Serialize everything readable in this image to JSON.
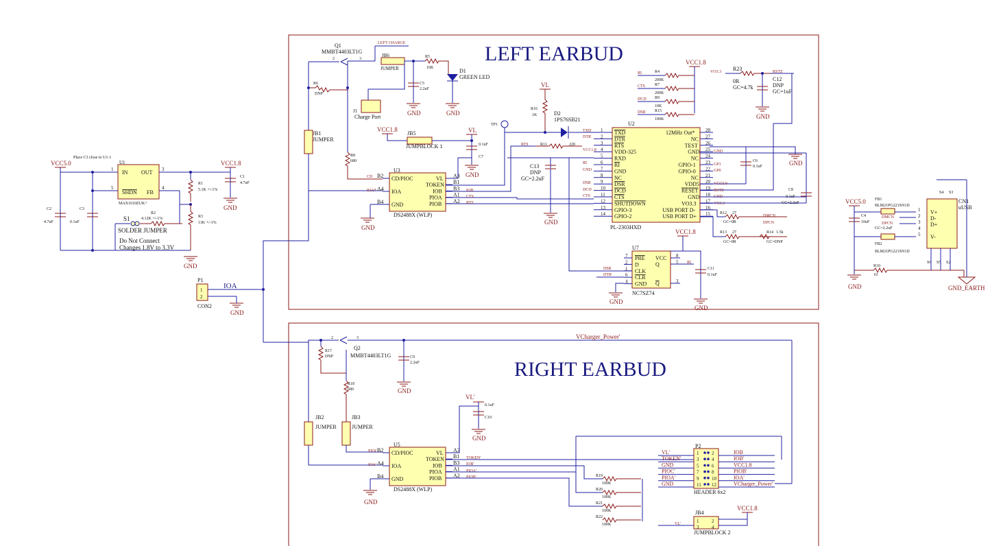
{
  "titles": {
    "left": "LEFT EARBUD",
    "right": "RIGHT EARBUD"
  },
  "notes": {
    "place_c3": "Place C3 close to U1-1",
    "dnc1": "Do Not Connect",
    "dnc2": "Changes 1.8V to 3.3V",
    "left_charge": "LEFT CHARGE",
    "vcharger": "VCharger_Power'"
  },
  "power": {
    "vcc50": "VCC5.0",
    "vcc18": "VCC1.8",
    "vl": "VL",
    "vlp": "VL'",
    "gnd": "GND",
    "gnd_earth": "GND_EARTH",
    "vo33": "VO3.3",
    "rstz": "RSTZ"
  },
  "regulator": {
    "ref": "U1",
    "part": "MAX1616EUK+",
    "pin_in": "IN",
    "pin_out": "OUT",
    "pin_shdn": "SHDN",
    "pin_fb": "FB",
    "p1": "1",
    "p3": "3",
    "p5": "5",
    "p4": "4"
  },
  "parts": {
    "c1": "C1",
    "c1v": "4.7uF",
    "c2": "C2",
    "c2v": "4.7uF",
    "c3": "C3",
    "c3v": "0.1uF",
    "r1": "R1",
    "r1v": "5.1K +/-1%",
    "r2": "R2",
    "r2v": "4.12K +/-1%",
    "r3": "R3",
    "r3v": "11K +/-1%",
    "s1": "S1",
    "s1v": "SOLDER JUMPER",
    "p1": "P1",
    "p1v": "CON2",
    "ioa": "IOA",
    "q1": "Q1",
    "q1v": "MMBT4403LT1G",
    "q2": "Q2",
    "q2v": "MMBT4403LT1G",
    "jb6": "JB6",
    "jumper": "JUMPER",
    "r5": "R5",
    "r5v": "10K",
    "d1": "D1",
    "d1v": "GREEN LED",
    "c5": "C5",
    "c5v": "2.2uF",
    "r6": "R6",
    "r6v": "DNP",
    "j1": "J1",
    "j1v": "Charge Port",
    "jb1": "JB1",
    "r8": "R8",
    "r8v": "680",
    "jb5": "JB5",
    "jb5v": "JUMPBLOCK 1",
    "c7": "C7",
    "c7v": "0.1uF",
    "tp1": "TP1",
    "u3": "U3",
    "u3v": "DS2488X (WLP)",
    "r16": "R16",
    "r16v": "1K",
    "d2": "D2",
    "d2v": "1PS76SB21",
    "r11": "R11",
    "r11v": "220",
    "c13": "C13",
    "c13v": "DNP",
    "c13g": "GC=2.2uF",
    "u2": "U2",
    "u2v": "PL-2303HXD",
    "r4": "R4",
    "r4v": "200K",
    "r7": "R7",
    "r7v": "200K",
    "r9": "R9",
    "r9v": "10K",
    "r15": "R15",
    "r15v": "100K",
    "r23": "R23",
    "r23v": "0R",
    "r23g": "GC=4.7k",
    "c12": "C12",
    "c12v": "DNP",
    "c12g": "GC=1uF",
    "c6": "C6",
    "c6v": "0.1uF",
    "c8": "C8",
    "c8v": "0.1uF",
    "c8g": "GC=2.2uF",
    "r12": "R12",
    "r12v": "27",
    "r12g": "GC=0R",
    "r13": "R13",
    "r13v": "27",
    "r13g": "GC=0R",
    "r14": "R14",
    "r14v": "1.5k",
    "r14g": "GC=DNP",
    "u7": "U7",
    "u7v": "NC7SZ74",
    "c11": "C11",
    "c11v": "0.1uF",
    "fb1": "FB1",
    "fb1v": "BLM21PG221SN1D",
    "fb2": "FB2",
    "fb2v": "BLM21PG221SN1D",
    "c4": "C4",
    "c4v": "10uF",
    "c4g": "GC=2.2uF",
    "r10": "R10",
    "r10v": "10",
    "cn1": "CN1",
    "cn1v": "uUSB",
    "dmcn": "DMCN",
    "dpcn": "DPCN",
    "r17": "R17",
    "r17v": "DNP",
    "r18": "R18",
    "r18v": "680",
    "c9": "C9",
    "c9v": "2.2uF",
    "c10": "C10",
    "c10v": "0.1uF",
    "jb2": "JB2",
    "jb3": "JB3",
    "u5": "U5",
    "u5v": "DS2488X (WLP)",
    "r19": "R19",
    "r20": "R20",
    "r21": "R21",
    "r22": "R22",
    "r100k": "100K",
    "p2": "P2",
    "p2v": "HEADER 6x2",
    "jb4": "JB4",
    "jb4v": "JUMPBLOCK 2"
  },
  "ds2488_pins": {
    "left": [
      [
        "B2",
        "CD/PIOC"
      ],
      [
        "A4",
        "IOA"
      ],
      [
        "B4",
        "GND"
      ]
    ],
    "right": [
      [
        "A3",
        "VL"
      ],
      [
        "B1",
        "TOKEN"
      ],
      [
        "B3",
        "IOB"
      ],
      [
        "A1",
        "PIOA"
      ],
      [
        "A2",
        "PIOB"
      ]
    ]
  },
  "pl2303_left": [
    [
      "1",
      "TXD"
    ],
    [
      "2",
      "DTR"
    ],
    [
      "3",
      "RTS"
    ],
    [
      "4",
      "VDD-325"
    ],
    [
      "5",
      "RXD"
    ],
    [
      "6",
      "RI"
    ],
    [
      "7",
      "GND"
    ],
    [
      "8",
      "NC"
    ],
    [
      "9",
      "DSR"
    ],
    [
      "10",
      "DCD"
    ],
    [
      "11",
      "CTS"
    ],
    [
      "12",
      "SHUTDOWN"
    ],
    [
      "13",
      "GPIO-3"
    ],
    [
      "14",
      "GPIO-2"
    ]
  ],
  "pl2303_right": [
    [
      "28",
      "12MHz Out*"
    ],
    [
      "27",
      "NC"
    ],
    [
      "26",
      "TEST"
    ],
    [
      "25",
      "GND"
    ],
    [
      "24",
      "NC"
    ],
    [
      "23",
      "GPIO-1"
    ],
    [
      "22",
      "GPIO-0"
    ],
    [
      "21",
      "NC"
    ],
    [
      "20",
      "VDD5"
    ],
    [
      "19",
      "RESET"
    ],
    [
      "18",
      "GND"
    ],
    [
      "17",
      "VO3.3"
    ],
    [
      "16",
      "USB PORT D-"
    ],
    [
      "15",
      "USB PORT D+"
    ]
  ],
  "u3_nets": {
    "cd": "CD",
    "ioa": "IOA*",
    "iob": "IOB",
    "cts": "CTS",
    "rts": "RTS"
  },
  "u2_nets": {
    "txd": "TXD",
    "dtr": "DTR",
    "rts": "RTS",
    "vcc": "VCC1.8",
    "ri": "RI",
    "gnd": "GND",
    "dsr": "DSR",
    "dcd": "DCD",
    "cts": "CTS",
    "gnd25": "GND",
    "gp1": "GP1",
    "gp0": "GP0",
    "vcc50": "VCC5.0",
    "rstz": "RSTZ",
    "gnd18": "GND",
    "vo33": "VO3.3"
  },
  "res_nets": [
    "RI",
    "CTS",
    "DCD",
    "DSR"
  ],
  "u7_pins": {
    "left": [
      [
        "7",
        "PRE"
      ],
      [
        "2",
        "D"
      ],
      [
        "1",
        "CLK"
      ],
      [
        "6",
        "CLR"
      ],
      [
        "4",
        "GND"
      ]
    ],
    "right": [
      [
        "8",
        "VCC"
      ],
      [
        "5",
        "Q"
      ],
      [
        "3",
        "Q"
      ]
    ],
    "nets": [
      "DSR",
      "DTR",
      "RI"
    ]
  },
  "usb_pins": [
    [
      "1",
      "V+"
    ],
    [
      "2",
      "D-"
    ],
    [
      "3",
      "D+"
    ],
    [
      "4",
      ""
    ],
    [
      "5",
      "V-"
    ]
  ],
  "u5_nets": {
    "pioc": "PIOC'",
    "ioa": "IOA'",
    "token": "TOKEN'",
    "iob": "IOB'",
    "pioa": "PIOA'",
    "piob": "PIOB'"
  },
  "header": {
    "left": [
      "VL'",
      "TOKEN'",
      "GND",
      "PIOC'",
      "PIOA'",
      "GND"
    ],
    "right": [
      "IOB",
      "IOB'",
      "VCC1.8",
      "PIOB'",
      "IOA'",
      "VCharger_Power'"
    ],
    "pins": [
      [
        "1",
        "2"
      ],
      [
        "3",
        "4"
      ],
      [
        "5",
        "6"
      ],
      [
        "7",
        "8"
      ],
      [
        "9",
        "10"
      ],
      [
        "11",
        "12"
      ]
    ]
  },
  "jb4_pins": [
    [
      "1",
      "2"
    ],
    [
      "3",
      "4"
    ]
  ]
}
